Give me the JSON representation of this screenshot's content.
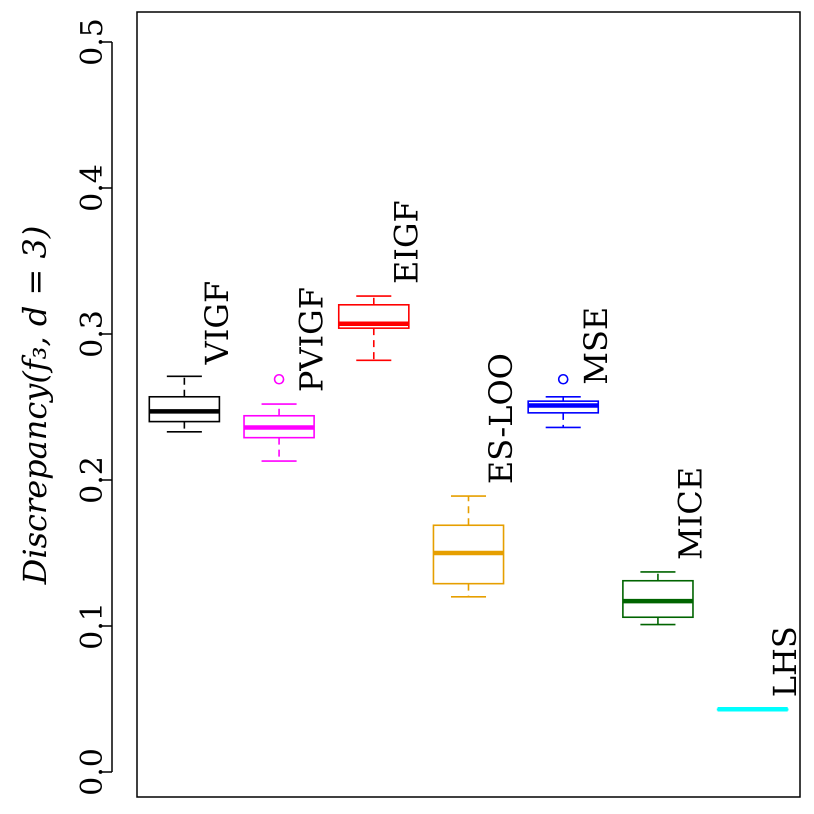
{
  "chart_data": {
    "type": "box",
    "ylabel": "Discrepancy(f₃, d = 3)",
    "ylim": [
      0.0,
      0.5
    ],
    "yticks": [
      {
        "value": 0.0,
        "label": "0.0"
      },
      {
        "value": 0.1,
        "label": "0.1"
      },
      {
        "value": 0.2,
        "label": "0.2"
      },
      {
        "value": 0.3,
        "label": "0.3"
      },
      {
        "value": 0.4,
        "label": "0.4"
      },
      {
        "value": 0.5,
        "label": "0.5"
      }
    ],
    "grid": false,
    "legend": "none",
    "series": [
      {
        "name": "VIGF",
        "color": "#000000",
        "whisker_low": 0.233,
        "q1": 0.24,
        "median": 0.247,
        "q3": 0.257,
        "whisker_high": 0.271,
        "outliers": []
      },
      {
        "name": "PVIGF",
        "color": "#ff00ff",
        "whisker_low": 0.213,
        "q1": 0.229,
        "median": 0.236,
        "q3": 0.244,
        "whisker_high": 0.252,
        "outliers": [
          0.269
        ]
      },
      {
        "name": "EIGF",
        "color": "#ff0000",
        "whisker_low": 0.282,
        "q1": 0.304,
        "median": 0.307,
        "q3": 0.32,
        "whisker_high": 0.326,
        "outliers": []
      },
      {
        "name": "ES-LOO",
        "color": "#e69f00",
        "whisker_low": 0.12,
        "q1": 0.129,
        "median": 0.15,
        "q3": 0.169,
        "whisker_high": 0.189,
        "outliers": []
      },
      {
        "name": "MSE",
        "color": "#0000ff",
        "whisker_low": 0.236,
        "q1": 0.246,
        "median": 0.251,
        "q3": 0.254,
        "whisker_high": 0.257,
        "outliers": [
          0.269
        ]
      },
      {
        "name": "MICE",
        "color": "#006400",
        "whisker_low": 0.101,
        "q1": 0.106,
        "median": 0.117,
        "q3": 0.131,
        "whisker_high": 0.137,
        "outliers": []
      },
      {
        "name": "LHS",
        "color": "#00ffff",
        "whisker_low": 0.043,
        "q1": 0.043,
        "median": 0.043,
        "q3": 0.043,
        "whisker_high": 0.043,
        "outliers": []
      }
    ]
  }
}
